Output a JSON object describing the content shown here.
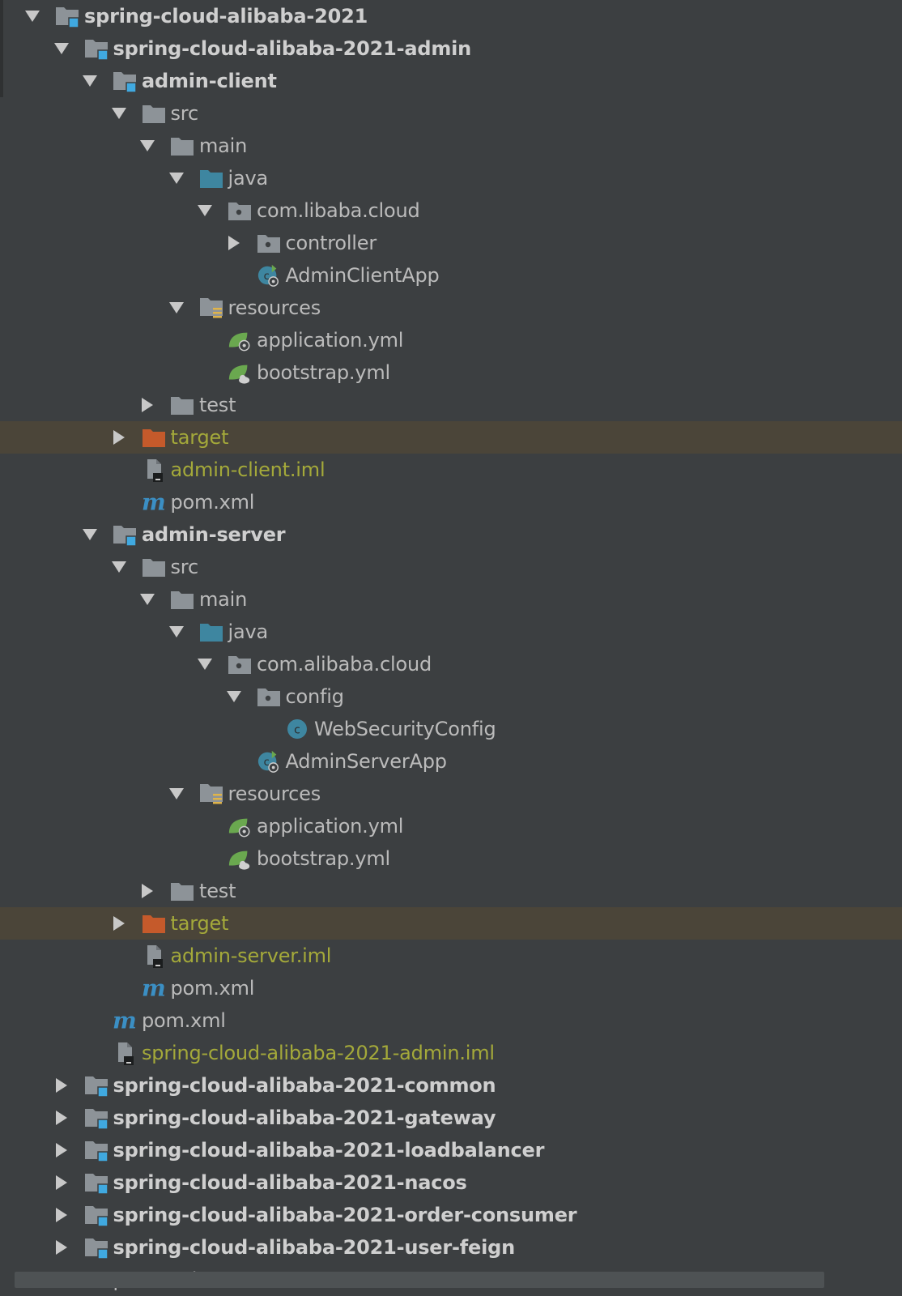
{
  "tree": [
    {
      "name": "spring-cloud-alibaba-2021",
      "depth": 0,
      "arrow": "down",
      "icon": "module-folder-icon",
      "style": "bold"
    },
    {
      "name": "spring-cloud-alibaba-2021-admin",
      "depth": 1,
      "arrow": "down",
      "icon": "module-folder-icon",
      "style": "bold"
    },
    {
      "name": "admin-client",
      "depth": 2,
      "arrow": "down",
      "icon": "module-folder-icon",
      "style": "bold"
    },
    {
      "name": "src",
      "depth": 3,
      "arrow": "down",
      "icon": "folder-icon",
      "style": "normal"
    },
    {
      "name": "main",
      "depth": 4,
      "arrow": "down",
      "icon": "folder-icon",
      "style": "normal"
    },
    {
      "name": "java",
      "depth": 5,
      "arrow": "down",
      "icon": "source-folder-icon",
      "style": "normal"
    },
    {
      "name": "com.libaba.cloud",
      "depth": 6,
      "arrow": "down",
      "icon": "package-icon",
      "style": "normal"
    },
    {
      "name": "controller",
      "depth": 7,
      "arrow": "right",
      "icon": "package-icon",
      "style": "normal"
    },
    {
      "name": "AdminClientApp",
      "depth": 7,
      "arrow": "none",
      "icon": "spring-boot-class-icon",
      "style": "normal"
    },
    {
      "name": "resources",
      "depth": 5,
      "arrow": "down",
      "icon": "resources-folder-icon",
      "style": "normal"
    },
    {
      "name": "application.yml",
      "depth": 6,
      "arrow": "none",
      "icon": "spring-yml-gear-icon",
      "style": "normal"
    },
    {
      "name": "bootstrap.yml",
      "depth": 6,
      "arrow": "none",
      "icon": "spring-yml-cloud-icon",
      "style": "normal"
    },
    {
      "name": "test",
      "depth": 4,
      "arrow": "right",
      "icon": "folder-icon",
      "style": "normal"
    },
    {
      "name": "target",
      "depth": 3,
      "arrow": "right",
      "icon": "excluded-folder-icon",
      "style": "ignored",
      "highlight": true
    },
    {
      "name": "admin-client.iml",
      "depth": 3,
      "arrow": "none",
      "icon": "iml-file-icon",
      "style": "ignored"
    },
    {
      "name": "pom.xml",
      "depth": 3,
      "arrow": "none",
      "icon": "maven-icon",
      "style": "normal"
    },
    {
      "name": "admin-server",
      "depth": 2,
      "arrow": "down",
      "icon": "module-folder-icon",
      "style": "bold"
    },
    {
      "name": "src",
      "depth": 3,
      "arrow": "down",
      "icon": "folder-icon",
      "style": "normal"
    },
    {
      "name": "main",
      "depth": 4,
      "arrow": "down",
      "icon": "folder-icon",
      "style": "normal"
    },
    {
      "name": "java",
      "depth": 5,
      "arrow": "down",
      "icon": "source-folder-icon",
      "style": "normal"
    },
    {
      "name": "com.alibaba.cloud",
      "depth": 6,
      "arrow": "down",
      "icon": "package-icon",
      "style": "normal"
    },
    {
      "name": "config",
      "depth": 7,
      "arrow": "down",
      "icon": "package-icon",
      "style": "normal"
    },
    {
      "name": "WebSecurityConfig",
      "depth": 8,
      "arrow": "none",
      "icon": "class-icon",
      "style": "normal"
    },
    {
      "name": "AdminServerApp",
      "depth": 7,
      "arrow": "none",
      "icon": "spring-boot-class-icon",
      "style": "normal"
    },
    {
      "name": "resources",
      "depth": 5,
      "arrow": "down",
      "icon": "resources-folder-icon",
      "style": "normal"
    },
    {
      "name": "application.yml",
      "depth": 6,
      "arrow": "none",
      "icon": "spring-yml-gear-icon",
      "style": "normal"
    },
    {
      "name": "bootstrap.yml",
      "depth": 6,
      "arrow": "none",
      "icon": "spring-yml-cloud-icon",
      "style": "normal"
    },
    {
      "name": "test",
      "depth": 4,
      "arrow": "right",
      "icon": "folder-icon",
      "style": "normal"
    },
    {
      "name": "target",
      "depth": 3,
      "arrow": "right",
      "icon": "excluded-folder-icon",
      "style": "ignored",
      "highlight": true
    },
    {
      "name": "admin-server.iml",
      "depth": 3,
      "arrow": "none",
      "icon": "iml-file-icon",
      "style": "ignored"
    },
    {
      "name": "pom.xml",
      "depth": 3,
      "arrow": "none",
      "icon": "maven-icon",
      "style": "normal"
    },
    {
      "name": "pom.xml",
      "depth": 2,
      "arrow": "none",
      "icon": "maven-icon",
      "style": "normal"
    },
    {
      "name": "spring-cloud-alibaba-2021-admin.iml",
      "depth": 2,
      "arrow": "none",
      "icon": "iml-file-icon",
      "style": "ignored"
    },
    {
      "name": "spring-cloud-alibaba-2021-common",
      "depth": 1,
      "arrow": "right",
      "icon": "module-folder-icon",
      "style": "bold"
    },
    {
      "name": "spring-cloud-alibaba-2021-gateway",
      "depth": 1,
      "arrow": "right",
      "icon": "module-folder-icon",
      "style": "bold"
    },
    {
      "name": "spring-cloud-alibaba-2021-loadbalancer",
      "depth": 1,
      "arrow": "right",
      "icon": "module-folder-icon",
      "style": "bold"
    },
    {
      "name": "spring-cloud-alibaba-2021-nacos",
      "depth": 1,
      "arrow": "right",
      "icon": "module-folder-icon",
      "style": "bold"
    },
    {
      "name": "spring-cloud-alibaba-2021-order-consumer",
      "depth": 1,
      "arrow": "right",
      "icon": "module-folder-icon",
      "style": "bold"
    },
    {
      "name": "spring-cloud-alibaba-2021-user-feign",
      "depth": 1,
      "arrow": "right",
      "icon": "module-folder-icon",
      "style": "bold"
    },
    {
      "name": "pom.xml",
      "depth": 1,
      "arrow": "none",
      "icon": "maven-icon",
      "style": "normal"
    }
  ],
  "colors": {
    "background": "#3c3f41",
    "text": "#bbbbbb",
    "ignored_text": "#a4a93a",
    "highlight_row": "#4b4539",
    "folder": "#8d9398",
    "source_folder": "#3e86a0",
    "excluded_folder": "#c55a2b",
    "module_badge": "#40a9e0",
    "spring_green": "#6aa84f",
    "maven_blue": "#3b8fc4"
  }
}
